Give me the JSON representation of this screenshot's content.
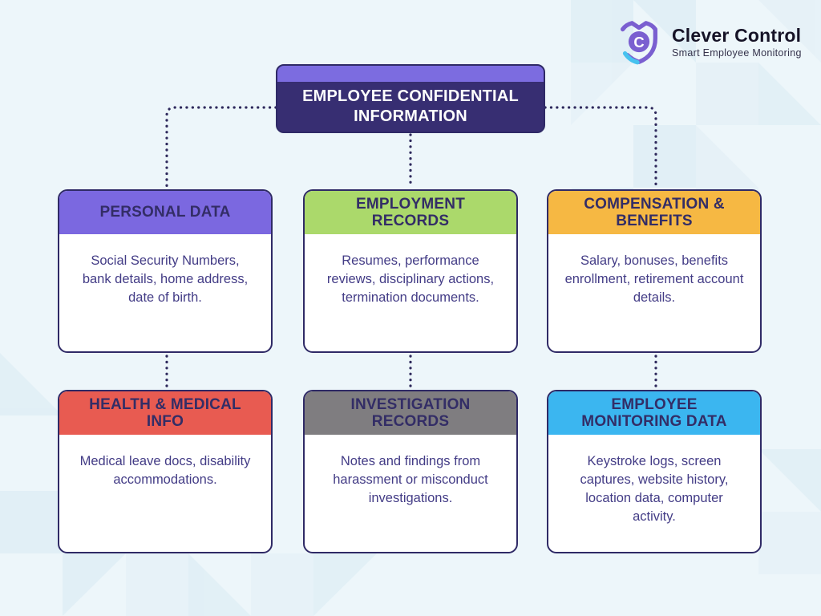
{
  "logo": {
    "title": "Clever Control",
    "subtitle": "Smart Employee Monitoring",
    "monogram": "C",
    "shield_color": "#7a5fd0",
    "swoosh_color": "#47c2ef"
  },
  "root_node": {
    "title": "EMPLOYEE CONFIDENTIAL INFORMATION",
    "band_color": "#7c6ce0",
    "body_color": "#372e72"
  },
  "connector_color": "#2e295c",
  "cards": [
    {
      "title": "PERSONAL DATA",
      "body": "Social Security Numbers, bank details, home address, date of birth.",
      "header_color": "#7b68e0"
    },
    {
      "title": "EMPLOYMENT RECORDS",
      "body": "Resumes, performance reviews, disciplinary actions, termination documents.",
      "header_color": "#abd96b"
    },
    {
      "title": "COMPENSATION & BENEFITS",
      "body": "Salary, bonuses, benefits enrollment, retirement account details.",
      "header_color": "#f6b843"
    },
    {
      "title": "HEALTH & MEDICAL INFO",
      "body": "Medical leave docs, disability accommodations.",
      "header_color": "#e85b51"
    },
    {
      "title": "INVESTIGATION RECORDS",
      "body": "Notes and findings from harassment or misconduct investigations.",
      "header_color": "#7f7d80"
    },
    {
      "title": "EMPLOYEE MONITORING DATA",
      "body": "Keystroke logs, screen captures, website history, location data, computer activity.",
      "header_color": "#3bb6f0"
    }
  ]
}
